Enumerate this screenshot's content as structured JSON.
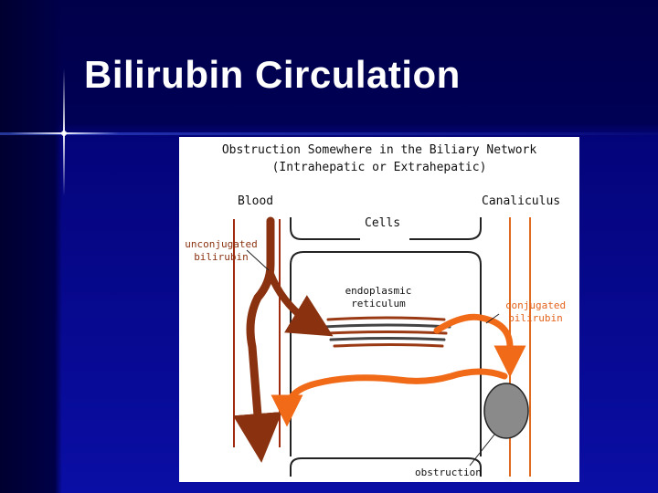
{
  "slide": {
    "title": "Bilirubin Circulation"
  },
  "diagram": {
    "title_line1": "Obstruction Somewhere in the Biliary Network",
    "title_line2": "(Intrahepatic or Extrahepatic)",
    "labels": {
      "blood": "Blood",
      "canaliculus": "Canaliculus",
      "cells": "Cells",
      "unconjugated_line1": "unconjugated",
      "unconjugated_line2": "bilirubin",
      "er_line1": "endoplasmic",
      "er_line2": "reticulum",
      "conjugated_line1": "conjugated",
      "conjugated_line2": "bilirubin",
      "obstruction": "obstruction"
    },
    "colors": {
      "background": "#06068c",
      "unconjugated_arrow": "#8a3210",
      "conjugated_arrow": "#f06a18",
      "vessel_line": "#a02c10",
      "obstruction": "#8a8a8a"
    }
  }
}
